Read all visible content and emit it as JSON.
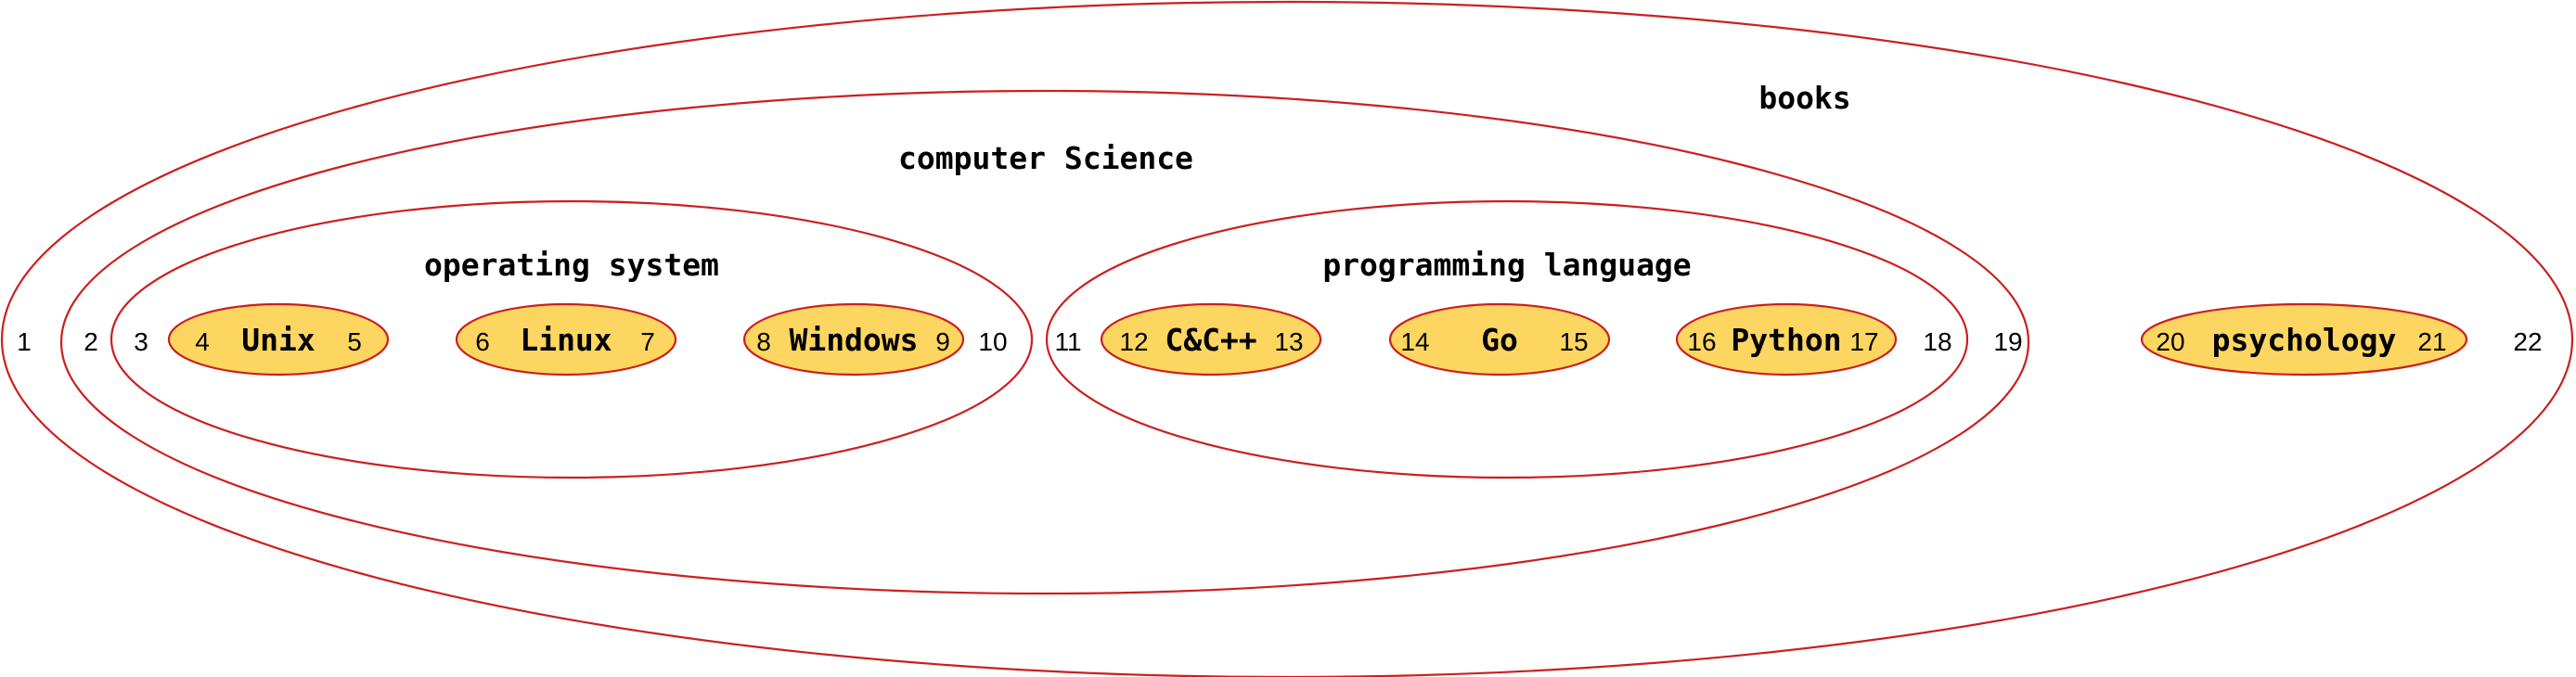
{
  "diagram": {
    "type": "nested-set",
    "colors": {
      "stroke": "#cc1f1f",
      "leaf_fill": "#fcd660",
      "text": "#000000",
      "background": "#ffffff"
    },
    "sets": {
      "books": {
        "label": "books",
        "left_num": "1",
        "right_num": "22"
      },
      "computer_science": {
        "label": "computer Science",
        "left_num": "2",
        "right_num": "19"
      },
      "operating_system": {
        "label": "operating system",
        "left_num": "3",
        "right_num": "10"
      },
      "programming_language": {
        "label": "programming language",
        "left_num": "11",
        "right_num": "18"
      }
    },
    "leaves": {
      "unix": {
        "label": "Unix",
        "left_num": "4",
        "right_num": "5"
      },
      "linux": {
        "label": "Linux",
        "left_num": "6",
        "right_num": "7"
      },
      "windows": {
        "label": "Windows",
        "left_num": "8",
        "right_num": "9"
      },
      "cpp": {
        "label": "C&C++",
        "left_num": "12",
        "right_num": "13"
      },
      "go": {
        "label": "Go",
        "left_num": "14",
        "right_num": "15"
      },
      "python": {
        "label": "Python",
        "left_num": "16",
        "right_num": "17"
      },
      "psychology": {
        "label": "psychology",
        "left_num": "20",
        "right_num": "21"
      }
    }
  }
}
